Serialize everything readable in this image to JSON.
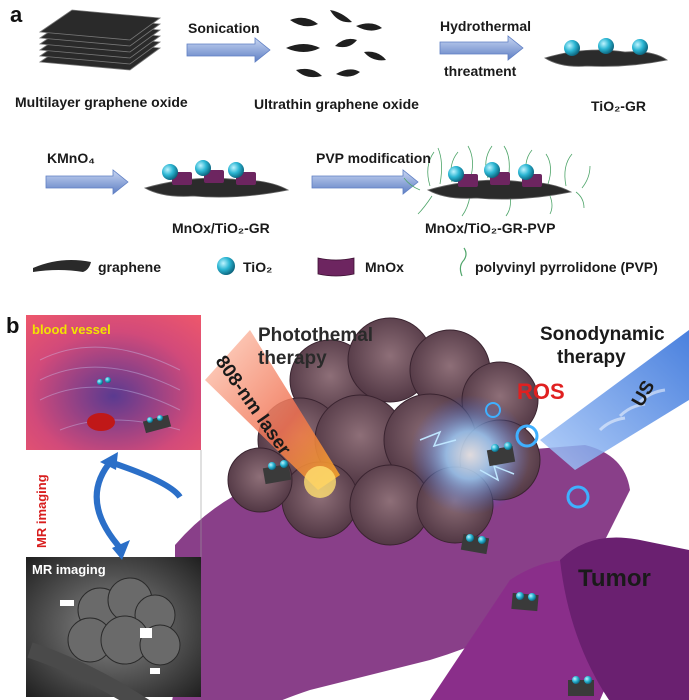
{
  "panel_a": {
    "letter": "a",
    "steps": {
      "sonication": "Sonication",
      "hydrothermal_1": "Hydrothermal",
      "hydrothermal_2": "threatment",
      "kmno4": "KMnO₄",
      "pvp_mod": "PVP modification"
    },
    "products": {
      "multilayer": "Multilayer graphene oxide",
      "ultrathin": "Ultrathin graphene oxide",
      "tio2_gr": "TiO₂-GR",
      "mnox_tio2_gr": "MnOx/TiO₂-GR",
      "mnox_tio2_gr_pvp": "MnOx/TiO₂-GR-PVP"
    },
    "legend": {
      "graphene": "graphene",
      "tio2": "TiO₂",
      "mnox": "MnOx",
      "pvp": "polyvinyl pyrrolidone (PVP)"
    }
  },
  "panel_b": {
    "letter": "b",
    "blood_vessel": "blood vessel",
    "mr_imaging_side": "MR imaging",
    "mr_imaging_box": "MR imaging",
    "photothermal_1": "Photothemal",
    "photothermal_2": "therapy",
    "laser": "808-nm laser",
    "sonodynamic_1": "Sonodynamic",
    "sonodynamic_2": "therapy",
    "ros": "ROS",
    "us": "US",
    "tumor": "Tumor"
  },
  "colors": {
    "arrow": "#7f9ed6",
    "tio2": "#2bb6d3",
    "mnox": "#7a2a6a",
    "graphene": "#2b2b2b",
    "vessel": "#8a2a8a",
    "ros": "#e02020",
    "mr_label": "#d81e1e",
    "bv_label": "#f2e400"
  }
}
